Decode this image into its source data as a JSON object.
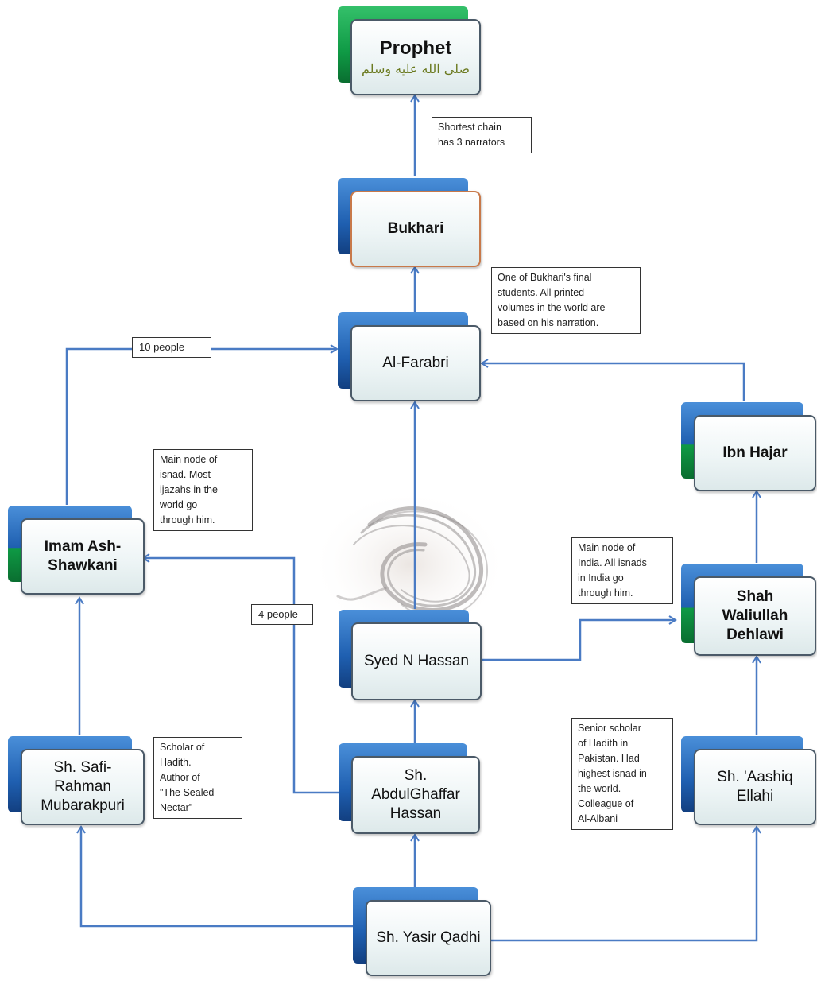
{
  "nodes": {
    "prophet": {
      "title": "Prophet",
      "subtitle": "صلى الله عليه وسلم"
    },
    "bukhari": {
      "title": "Bukhari"
    },
    "farabri": {
      "title": "Al-Farabri"
    },
    "ibn_hajar": {
      "title": "Ibn Hajar"
    },
    "shawkani": {
      "title": "Imam Ash-\nShawkani"
    },
    "waliullah": {
      "title": "Shah\nWaliullah\nDehlawi"
    },
    "syed_hassan": {
      "title": "Syed N Hassan"
    },
    "abdulghaffar": {
      "title": "Sh.\nAbdulGhaffar\nHassan"
    },
    "mubarakpuri": {
      "title": "Sh. Safi-\nRahman\nMubarakpuri"
    },
    "aashiq": {
      "title": "Sh. 'Aashiq\nEllahi"
    },
    "yasir": {
      "title": "Sh. Yasir Qadhi"
    }
  },
  "notes": {
    "shortest": "Shortest chain\nhas 3 narrators",
    "farabri_note": "One of Bukhari's final\nstudents. All printed\nvolumes in the world are\nbased on his narration.",
    "shawkani_note": "Main node of\nisnad. Most\nijazahs in the\nworld go\nthrough him.",
    "india_note": "Main node of\nIndia. All isnads\nin India go\nthrough him.",
    "mubarakpuri_note": "Scholar of\nHadith.\nAuthor of\n\"The Sealed\nNectar\"",
    "aashiq_note": "Senior scholar\nof Hadith in\nPakistan.  Had\nhighest isnad in\nthe world.\nColleague  of\nAl-Albani"
  },
  "edge_labels": {
    "ten_people": "10 people",
    "four_people": "4 people"
  },
  "colors": {
    "arrow": "#4a7bc4",
    "blue_tab": "#1f5fb0",
    "green_tab": "#0f9a45"
  }
}
